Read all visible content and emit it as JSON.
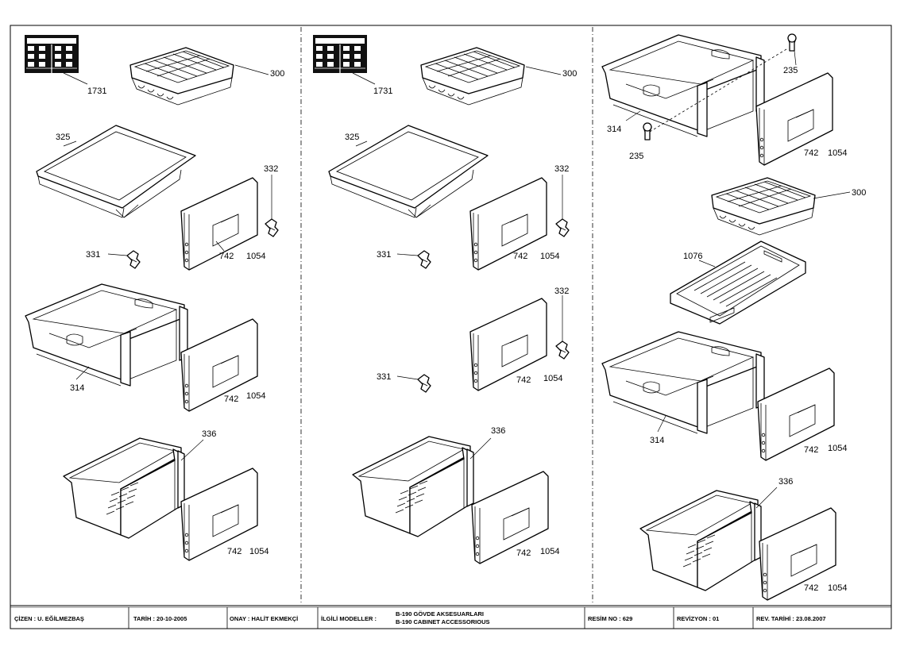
{
  "labels": {
    "p1731": "1731",
    "p300": "300",
    "p325": "325",
    "p332": "332",
    "p331": "331",
    "p742": "742",
    "p1054": "1054",
    "p314": "314",
    "p336": "336",
    "p235": "235",
    "p1076": "1076"
  },
  "title_block": {
    "drawn_by": "ÇİZEN : U. EĞİLMEZBAŞ",
    "date": "TARİH : 20-10-2005",
    "approval": "ONAY : HALİT EKMEKÇİ",
    "related_models_label": "İLGİLİ MODELLER :",
    "description_tr": "B-190 GÖVDE AKSESUARLARI",
    "description_en": "B-190 CABINET ACCESSORIOUS",
    "drawing_no": "RESİM NO : 629",
    "revision": "REVİZYON : 01",
    "revision_date": "REV. TARİHİ : 23.08.2007"
  }
}
